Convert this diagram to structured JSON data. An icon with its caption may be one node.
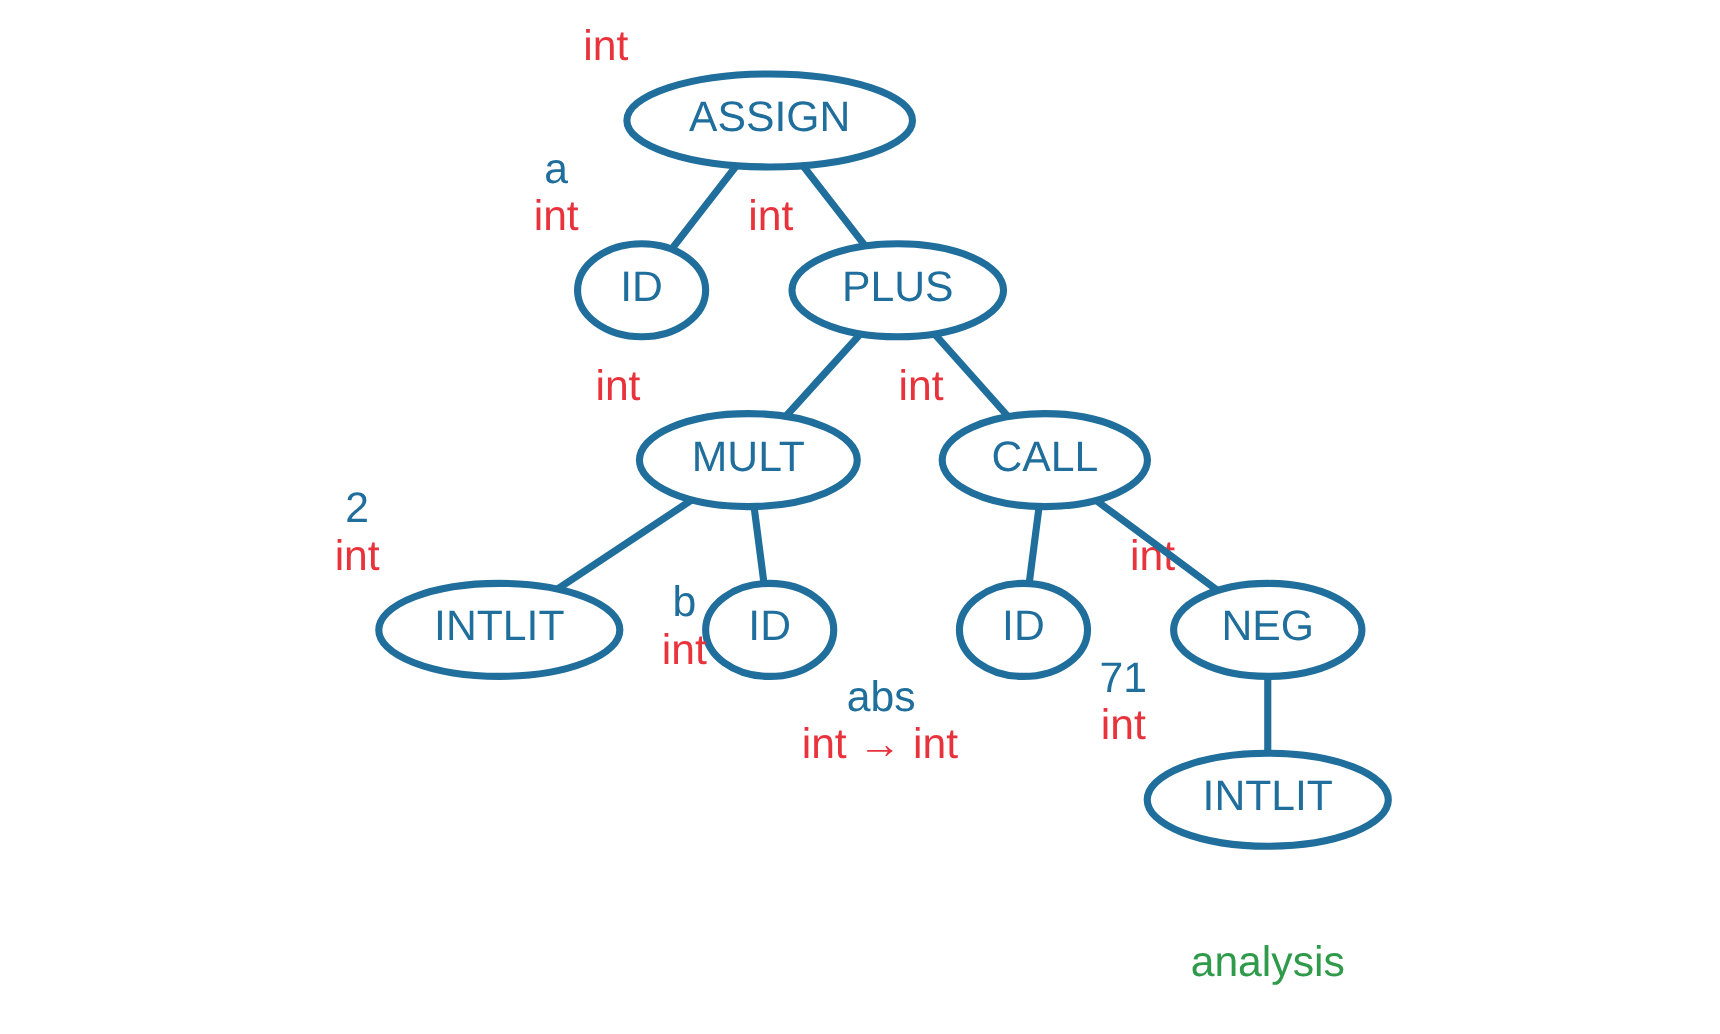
{
  "diagram": {
    "nodes": [
      {
        "text": [
          "ASSIGN"
        ],
        "beside": [
          "int"
        ]
      },
      {
        "text": [
          "ID"
        ],
        "beside": [
          "a",
          "int"
        ]
      },
      {
        "text": [
          "PLUS"
        ],
        "beside": [
          "int"
        ]
      },
      {
        "text": [
          "MULT"
        ],
        "beside": [
          "int"
        ]
      },
      {
        "text": [
          "CALL"
        ],
        "beside": [
          "int"
        ]
      },
      {
        "text": [
          "INTLIT"
        ],
        "beside": [
          "2",
          "int"
        ]
      },
      {
        "text": [
          "ID"
        ],
        "beside": [
          "b",
          "int"
        ]
      },
      {
        "text": [
          "ID"
        ],
        "beside": [
          "abs",
          "int → int"
        ]
      },
      {
        "text": [
          "NEG"
        ],
        "beside": [
          "int"
        ]
      },
      {
        "text": [
          "INTLIT"
        ],
        "beside": [
          "71",
          "int"
        ]
      }
    ],
    "edges": [
      {
        "from": 0,
        "to": 1,
        "arrow": "none"
      },
      {
        "from": 0,
        "to": 2,
        "arrow": "none"
      },
      {
        "from": 2,
        "to": 3,
        "arrow": "none"
      },
      {
        "from": 2,
        "to": 4,
        "arrow": "none"
      },
      {
        "from": 3,
        "to": 5,
        "arrow": "none"
      },
      {
        "from": 3,
        "to": 6,
        "arrow": "none"
      },
      {
        "from": 4,
        "to": 7,
        "arrow": "none"
      },
      {
        "from": 4,
        "to": 8,
        "arrow": "none"
      },
      {
        "from": 8,
        "to": 9,
        "arrow": "none"
      }
    ],
    "labels": [
      "analysis"
    ]
  }
}
